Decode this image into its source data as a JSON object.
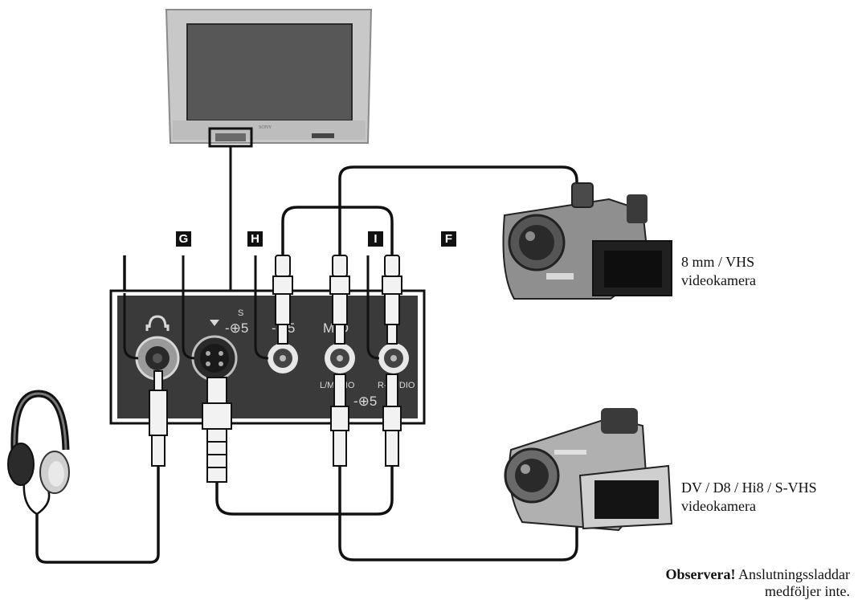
{
  "markers": {
    "g": "G",
    "h": "H",
    "i": "I",
    "f": "F"
  },
  "panel": {
    "s_mark": "S",
    "input_left": "-⊕5",
    "input_mid": "-⊕5",
    "mono_label": "M  O",
    "l_label": "L/MONO",
    "r_label": "R-AUDIO",
    "bottom_mark": "-⊕5"
  },
  "cameras": {
    "camera1_line1": "8 mm / VHS",
    "camera1_line2": "videokamera",
    "camera2_line1": "DV / D8 / Hi8 / S-VHS",
    "camera2_line2": "videokamera"
  },
  "note": {
    "bold": "Observera!",
    "rest_line1": " Anslutningssladdar",
    "line2": "medföljer inte."
  },
  "colors": {
    "cable": "#111111",
    "panel": "#3a3a3a",
    "device_body": "#b5b5b5"
  }
}
